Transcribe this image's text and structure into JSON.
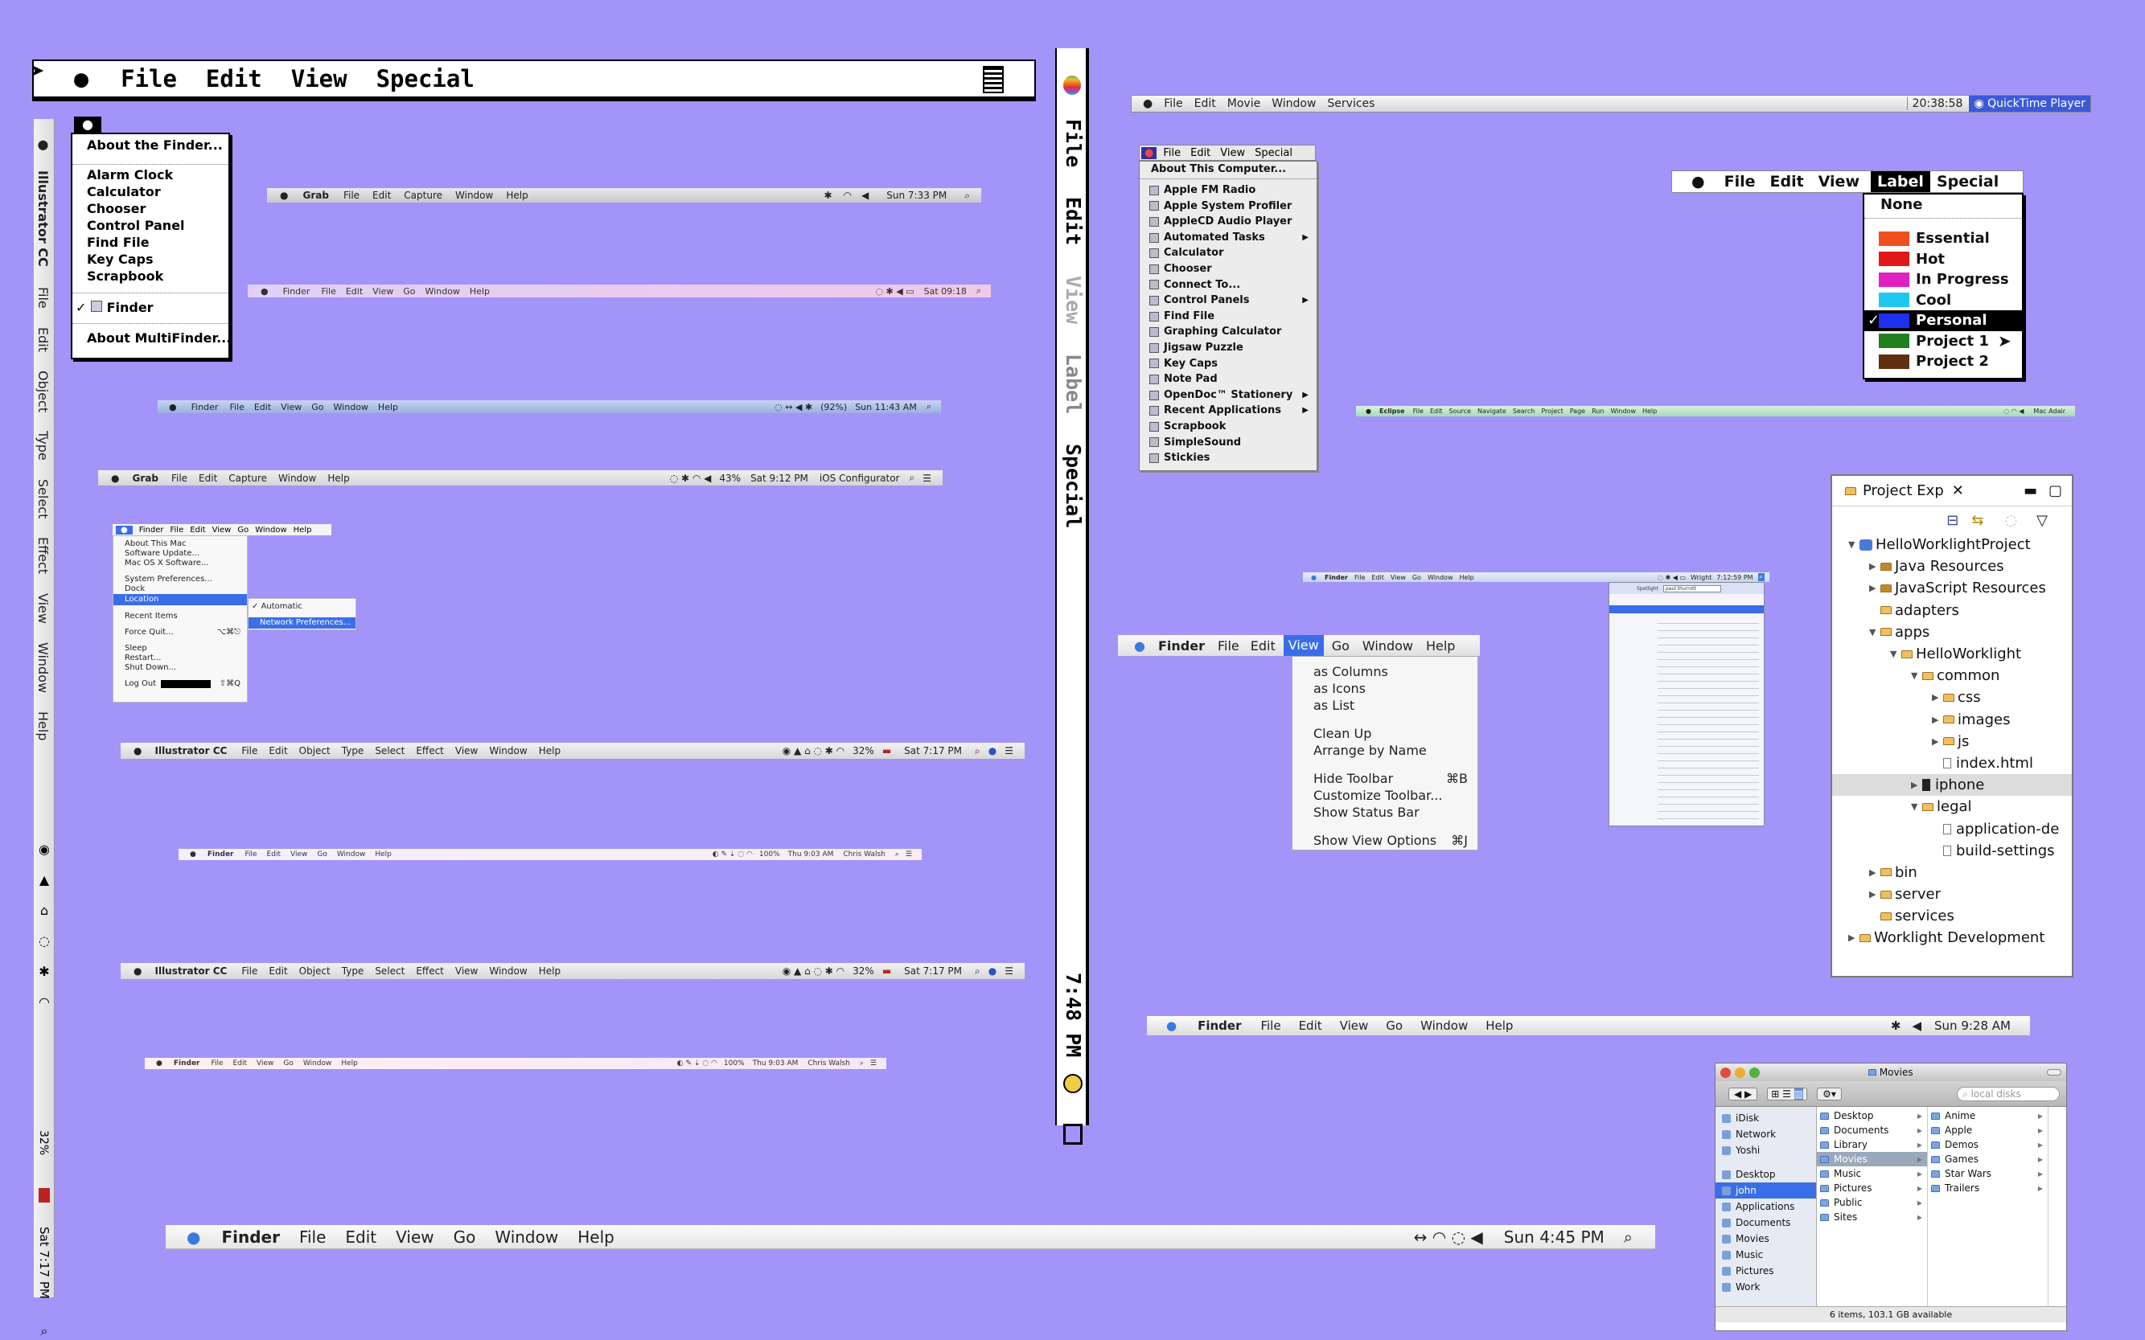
{
  "classic_large": {
    "apple": "",
    "items": [
      "File",
      "Edit",
      "View",
      "Special"
    ]
  },
  "apple_menu": {
    "items": [
      "About the Finder...",
      "Alarm Clock",
      "Calculator",
      "Chooser",
      "Control Panel",
      "Find File",
      "Key Caps",
      "Scrapbook",
      "Finder",
      "About MultiFinder..."
    ]
  },
  "bar_grab_dark": {
    "app": "Grab",
    "items": [
      "File",
      "Edit",
      "Capture",
      "Window",
      "Help"
    ],
    "time": "Sun 7:33 PM"
  },
  "bar_finder_pink": {
    "app": "Finder",
    "items": [
      "File",
      "Edit",
      "View",
      "Go",
      "Window",
      "Help"
    ],
    "time": "Sat 09:18"
  },
  "bar_finder_blue": {
    "app": "Finder",
    "items": [
      "File",
      "Edit",
      "View",
      "Go",
      "Window",
      "Help"
    ],
    "time": "Sun 11:43 AM",
    "battery": "(92%)"
  },
  "bar_grab_mid": {
    "app": "Grab",
    "items": [
      "File",
      "Edit",
      "Capture",
      "Window",
      "Help"
    ],
    "battery": "43%",
    "time": "Sat 9:12 PM",
    "extra": "iOS Configurator"
  },
  "osx_apple_menu": {
    "bar": [
      "Finder",
      "File",
      "Edit",
      "View",
      "Go",
      "Window",
      "Help"
    ],
    "items": [
      "About This Mac",
      "Software Update...",
      "Mac OS X Software...",
      "System Preferences...",
      "Dock",
      "Location",
      "Recent Items",
      "Force Quit...",
      "Sleep",
      "Restart...",
      "Shut Down...",
      "Log Out"
    ],
    "logout_shortcut": "⇧⌘Q",
    "force_shortcut": "⌥⌘⎋",
    "submenu": [
      "Automatic",
      "Network Preferences..."
    ]
  },
  "bar_illustrator_1": {
    "app": "Illustrator CC",
    "items": [
      "File",
      "Edit",
      "Object",
      "Type",
      "Select",
      "Effect",
      "View",
      "Window",
      "Help"
    ],
    "battery": "32%",
    "time": "Sat 7:17 PM"
  },
  "bar_finder_light_1": {
    "app": "Finder",
    "items": [
      "File",
      "Edit",
      "View",
      "Go",
      "Window",
      "Help"
    ],
    "battery": "100%",
    "time": "Thu 9:03 AM",
    "user": "Chris Walsh"
  },
  "bar_illustrator_2": {
    "app": "Illustrator CC",
    "items": [
      "File",
      "Edit",
      "Object",
      "Type",
      "Select",
      "Effect",
      "View",
      "Window",
      "Help"
    ],
    "battery": "32%",
    "time": "Sat 7:17 PM"
  },
  "bar_finder_light_2": {
    "app": "Finder",
    "items": [
      "File",
      "Edit",
      "View",
      "Go",
      "Window",
      "Help"
    ],
    "battery": "100%",
    "time": "Thu 9:03 AM",
    "user": "Chris Walsh"
  },
  "bar_finder_bottom": {
    "app": "Finder",
    "items": [
      "File",
      "Edit",
      "View",
      "Go",
      "Window",
      "Help"
    ],
    "time": "Sun 4:45 PM"
  },
  "vertical_left": {
    "items": [
      "Illustrator CC",
      "File",
      "Edit",
      "Object",
      "Type",
      "Select",
      "Effect",
      "View",
      "Window",
      "Help"
    ],
    "battery": "32%",
    "time": "Sat 7:17 PM"
  },
  "vertical_center": {
    "items": [
      "File",
      "Edit",
      "View",
      "Label",
      "Special"
    ],
    "time": "7:48 PM"
  },
  "quicktime_bar": {
    "items": [
      "File",
      "Edit",
      "Movie",
      "Window",
      "Services"
    ],
    "time": "20:38:58",
    "app": "QuickTime Player"
  },
  "os9_menu": {
    "bar": [
      "File",
      "Edit",
      "View",
      "Special"
    ],
    "items": [
      "About This Computer...",
      "Apple FM Radio",
      "Apple System Profiler",
      "AppleCD Audio Player",
      "Automated Tasks",
      "Calculator",
      "Chooser",
      "Connect To...",
      "Control Panels",
      "Find File",
      "Graphing Calculator",
      "Jigsaw Puzzle",
      "Key Caps",
      "Note Pad",
      "OpenDoc™ Stationery",
      "Recent Applications",
      "Scrapbook",
      "SimpleSound",
      "Stickies"
    ]
  },
  "label_menu": {
    "bar": [
      "File",
      "Edit",
      "View",
      "Label",
      "Special"
    ],
    "none": "None",
    "labels": [
      {
        "name": "Essential",
        "color": "#f05020"
      },
      {
        "name": "Hot",
        "color": "#e01818"
      },
      {
        "name": "In Progress",
        "color": "#e020c0"
      },
      {
        "name": "Cool",
        "color": "#20c8f0"
      },
      {
        "name": "Personal",
        "color": "#2030f0"
      },
      {
        "name": "Project 1",
        "color": "#208020"
      },
      {
        "name": "Project 2",
        "color": "#603010"
      }
    ]
  },
  "bar_eclipse": {
    "app": "Eclipse",
    "items": [
      "File",
      "Edit",
      "Source",
      "Navigate",
      "Search",
      "Project",
      "Page",
      "Run",
      "Window",
      "Help"
    ],
    "user": "Mac Adair"
  },
  "spotlight": {
    "bar": [
      "Finder",
      "File",
      "Edit",
      "View",
      "Go",
      "Window",
      "Help"
    ],
    "time": "7:12:59 PM",
    "user": "Wright",
    "query": "paul thurrott"
  },
  "view_menu": {
    "bar": [
      "Finder",
      "File",
      "Edit",
      "View",
      "Go",
      "Window",
      "Help"
    ],
    "items": [
      "as Columns",
      "as Icons",
      "as List",
      "Clean Up",
      "Arrange by Name",
      "Hide Toolbar",
      "Customize Toolbar...",
      "Show Status Bar",
      "Show View Options"
    ],
    "hide_shortcut": "⌘B",
    "options_shortcut": "⌘J"
  },
  "project_explorer": {
    "title": "Project Exp",
    "tree": [
      "HelloWorklightProject",
      "Java Resources",
      "JavaScript Resources",
      "adapters",
      "apps",
      "HelloWorklight",
      "common",
      "css",
      "images",
      "js",
      "index.html",
      "iphone",
      "legal",
      "application-de",
      "build-settings",
      "bin",
      "server",
      "services",
      "Worklight Development"
    ]
  },
  "bar_finder_aqua": {
    "app": "Finder",
    "items": [
      "File",
      "Edit",
      "View",
      "Go",
      "Window",
      "Help"
    ],
    "time": "Sun 9:28 AM"
  },
  "finder_window": {
    "title": "Movies",
    "search": "local disks",
    "sidebar": [
      "iDisk",
      "Network",
      "Yoshi",
      "Desktop",
      "john",
      "Applications",
      "Documents",
      "Movies",
      "Music",
      "Pictures",
      "Work"
    ],
    "col1": [
      "Desktop",
      "Documents",
      "Library",
      "Movies",
      "Music",
      "Pictures",
      "Public",
      "Sites"
    ],
    "col2": [
      "Anime",
      "Apple",
      "Demos",
      "Games",
      "Star Wars",
      "Trailers"
    ],
    "status": "6 items, 103.1 GB available"
  }
}
